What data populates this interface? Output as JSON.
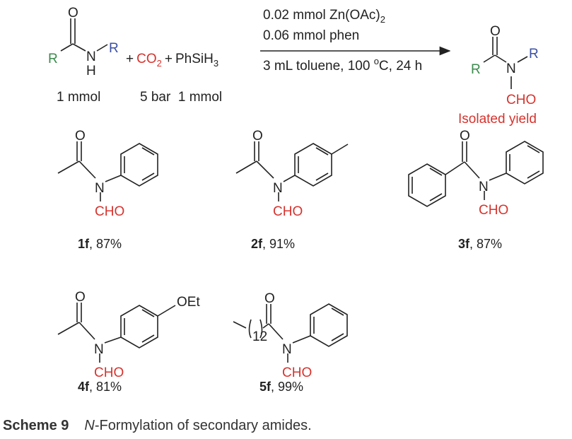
{
  "reaction": {
    "substrate_R1": "R",
    "substrate_N": "N",
    "substrate_H": "H",
    "substrate_R2": "R",
    "substrate_O": "O",
    "plus1": "+",
    "co2": "CO",
    "co2_sub": "2",
    "plus2": "+",
    "silane": "PhSiH",
    "silane_sub": "3",
    "condition1": "0.02 mmol Zn(OAc)",
    "condition1_sub": "2",
    "condition2": "0.06 mmol phen",
    "condition3_a": "3 mL toluene, 100 ",
    "condition3_deg": "o",
    "condition3_b": "C, 24 h",
    "amount_substrate": "1 mmol",
    "amount_co2_silane": "5 bar  1 mmol",
    "product_O": "O",
    "product_R1": "R",
    "product_N": "N",
    "product_R2": "R",
    "product_CHO_C": "C",
    "product_CHO_HO": "HO",
    "yield_note": "Isolated yield",
    "colors": {
      "R1": "#3b8a4c",
      "R2": "#3a4fa3",
      "highlight": "#d6332d"
    }
  },
  "products": [
    {
      "id": "1f",
      "yield": ", 87%"
    },
    {
      "id": "2f",
      "yield": ", 91%"
    },
    {
      "id": "3f",
      "yield": ", 87%"
    },
    {
      "id": "4f",
      "yield": ", 81%",
      "substituent": "OEt"
    },
    {
      "id": "5f",
      "yield": ", 99%",
      "chain_sub": "12"
    }
  ],
  "atoms": {
    "O": "O",
    "N": "N",
    "C": "C",
    "HO": "HO"
  },
  "caption": {
    "label": "Scheme 9",
    "italic": "N",
    "text": "-Formylation of secondary amides."
  }
}
